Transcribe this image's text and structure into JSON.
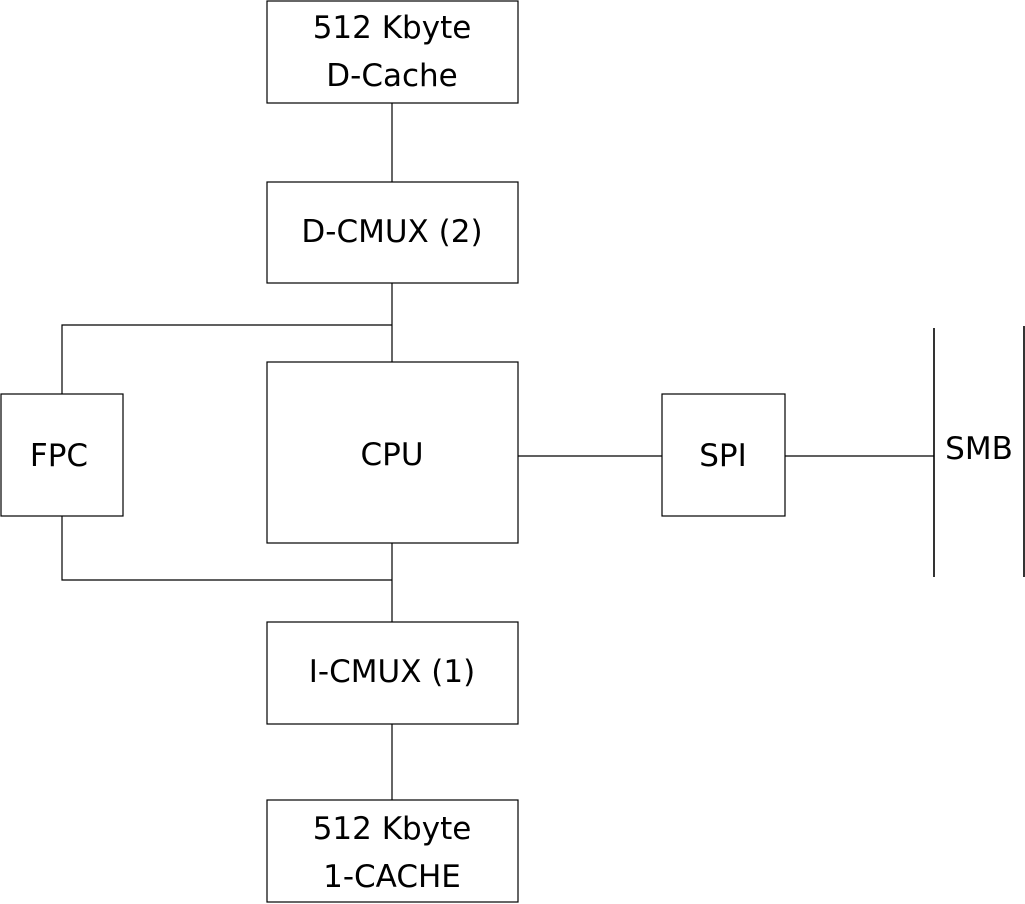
{
  "blocks": {
    "d_cache": {
      "line1": "512 Kbyte",
      "line2": "D-Cache"
    },
    "d_cmux": {
      "label": "D-CMUX (2)"
    },
    "fpc": {
      "label": "FPC"
    },
    "cpu": {
      "label": "CPU"
    },
    "spi": {
      "label": "SPI"
    },
    "i_cmux": {
      "label": "I-CMUX (1)"
    },
    "i_cache": {
      "line1": "512 Kbyte",
      "line2": "1-CACHE"
    }
  },
  "bus": {
    "label": "SMB"
  }
}
